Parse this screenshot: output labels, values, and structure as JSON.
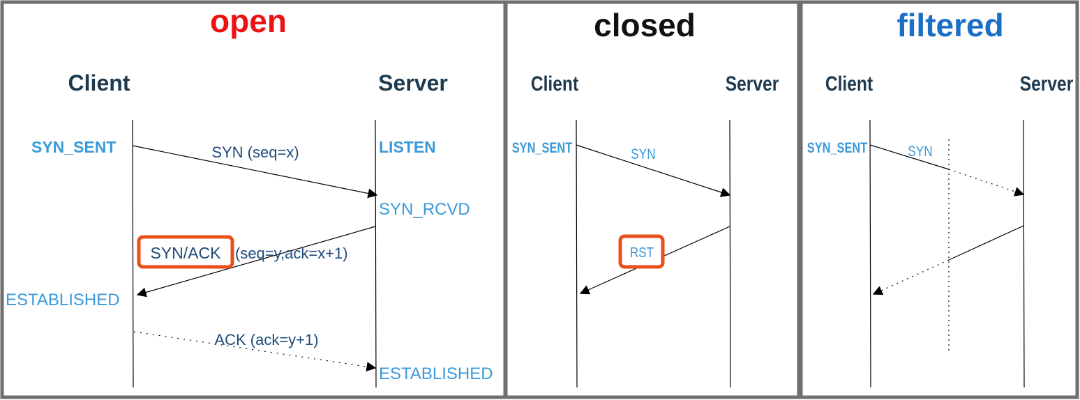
{
  "colors": {
    "open_title": "#ee1111",
    "closed_title": "#111111",
    "filtered_title": "#1b6fc4",
    "state_text": "#3a9ad9",
    "message_text": "#1d4a7a",
    "highlight_box": "#e8501c",
    "panel_border": "#6f6f6f"
  },
  "panels": {
    "open": {
      "title": "open",
      "client": "Client",
      "server": "Server",
      "client_state_start": "SYN_SENT",
      "server_state_start": "LISTEN",
      "server_state_mid": "SYN_RCVD",
      "client_state_end": "ESTABLISHED",
      "server_state_end": "ESTABLISHED",
      "msg_syn": "SYN (seq=x)",
      "msg_synack_highlight": "SYN/ACK",
      "msg_synack_rest": "(seq=y,ack=x+1)",
      "msg_ack": "ACK (ack=y+1)"
    },
    "closed": {
      "title": "closed",
      "client": "Client",
      "server": "Server",
      "client_state_start": "SYN_SENT",
      "msg_syn": "SYN",
      "msg_rst": "RST"
    },
    "filtered": {
      "title": "filtered",
      "client": "Client",
      "server": "Server",
      "client_state_start": "SYN_SENT",
      "msg_syn": "SYN"
    }
  }
}
